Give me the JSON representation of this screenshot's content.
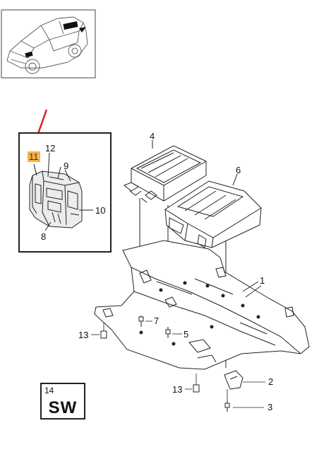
{
  "callouts": {
    "c1": "1",
    "c2": "2",
    "c3": "3",
    "c4": "4",
    "c5": "5",
    "c6": "6",
    "c7": "7",
    "c8": "8",
    "c9": "9",
    "c10": "10",
    "c11": "11",
    "c12": "12",
    "c13a": "13",
    "c13b": "13"
  },
  "legend_box": {
    "number": "14",
    "code": "SW"
  },
  "colors": {
    "highlight": "#f7b245",
    "arrow": "#e02020",
    "car_marker": "#111111",
    "line": "#222222"
  }
}
